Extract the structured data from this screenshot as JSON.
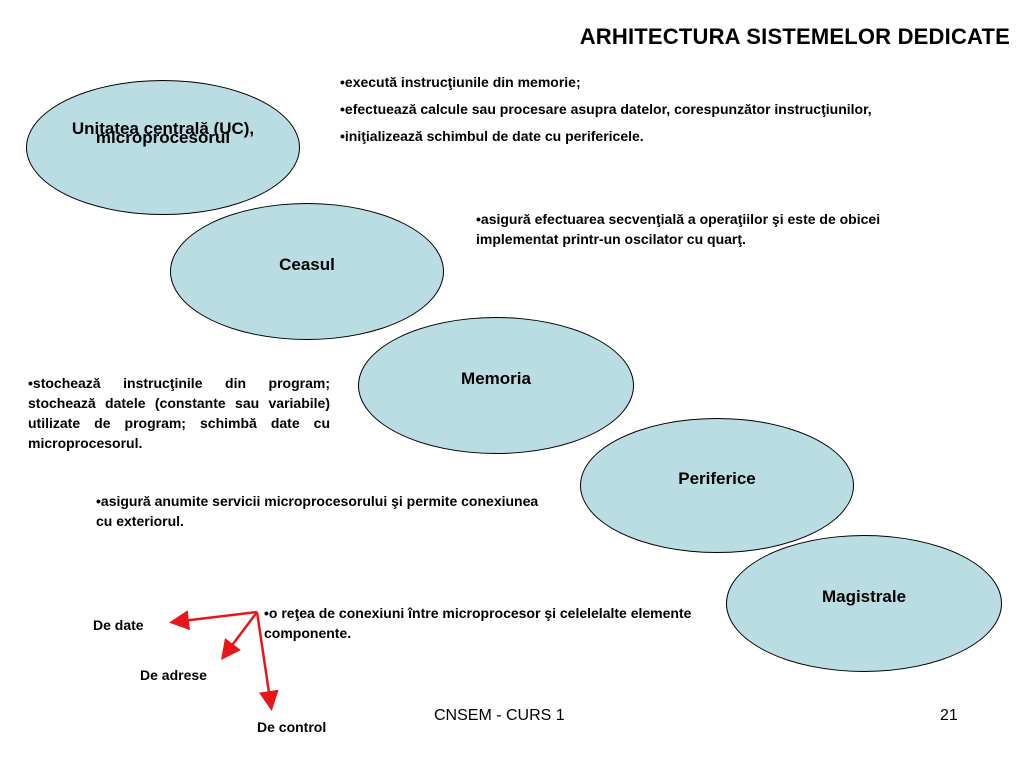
{
  "title": "ARHITECTURA SISTEMELOR DEDICATE",
  "colors": {
    "ellipse_fill": "#b9dde2",
    "arrow": "#e8161b"
  },
  "components": [
    {
      "label_lines": [
        "Unitatea centrală (UC),",
        "microprocesorul"
      ],
      "description": [
        "•execută instrucţiunile din memorie;",
        "•efectuează calcule sau procesare asupra datelor, corespunzător instrucţiunilor,",
        "•iniţializează schimbul de date cu perifericele."
      ]
    },
    {
      "label_lines": [
        "Ceasul"
      ],
      "description": [
        "•asigură efectuarea secvenţială a operaţiilor şi este de obicei implementat printr-un oscilator cu quarţ."
      ]
    },
    {
      "label_lines": [
        "Memoria"
      ],
      "description": [
        "•stochează instrucţinile din program; stochează datele (constante sau variabile) utilizate de program; schimbă date cu microprocesorul."
      ]
    },
    {
      "label_lines": [
        "Periferice"
      ],
      "description": [
        "•asigură anumite servicii microprocesorului şi permite conexiunea cu exteriorul."
      ]
    },
    {
      "label_lines": [
        "Magistrale"
      ],
      "description": [
        "•o reţea de conexiuni între microprocesor şi celelelalte elemente componente."
      ]
    }
  ],
  "bus_types": [
    "De date",
    "De adrese",
    "De control"
  ],
  "footer": {
    "course": "CNSEM - CURS 1",
    "page": "21"
  }
}
